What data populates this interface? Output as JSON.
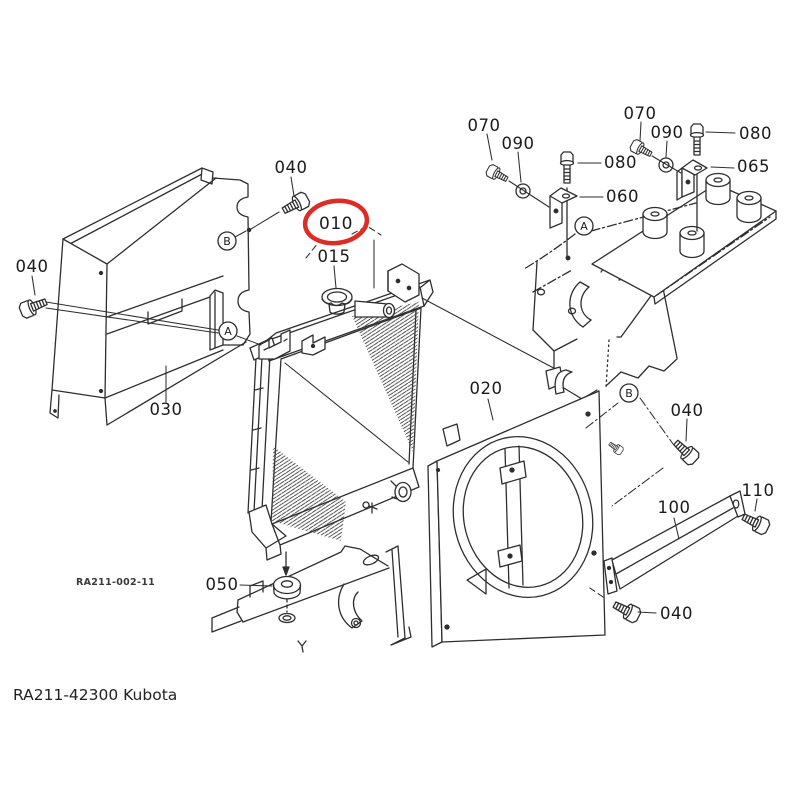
{
  "page": {
    "background": "#ffffff"
  },
  "diagram": {
    "caption": "RA211-42300 Kubota",
    "drawing_code": "RA211-002-11",
    "highlighted_part": "010",
    "highlight_color": "#dd2b25",
    "line_color": "#2e2e2e",
    "part_numbers_visible": [
      "010",
      "015",
      "020",
      "030",
      "040",
      "050",
      "060",
      "065",
      "070",
      "080",
      "090",
      "100",
      "110"
    ],
    "labels": {
      "p040_top": "040",
      "p040_left": "040",
      "p010": "010",
      "p015": "015",
      "p030": "030",
      "p020": "020",
      "p050": "050",
      "p070_a": "070",
      "p090_a": "090",
      "p080_a": "080",
      "p060": "060",
      "p070_b": "070",
      "p090_b": "090",
      "p080_b": "080",
      "p065": "065",
      "p040_right": "040",
      "p110": "110",
      "p100": "100",
      "p040_bottom": "040"
    },
    "reference_markers": {
      "a1": "A",
      "b1": "B",
      "a2": "A",
      "b2": "B"
    }
  }
}
